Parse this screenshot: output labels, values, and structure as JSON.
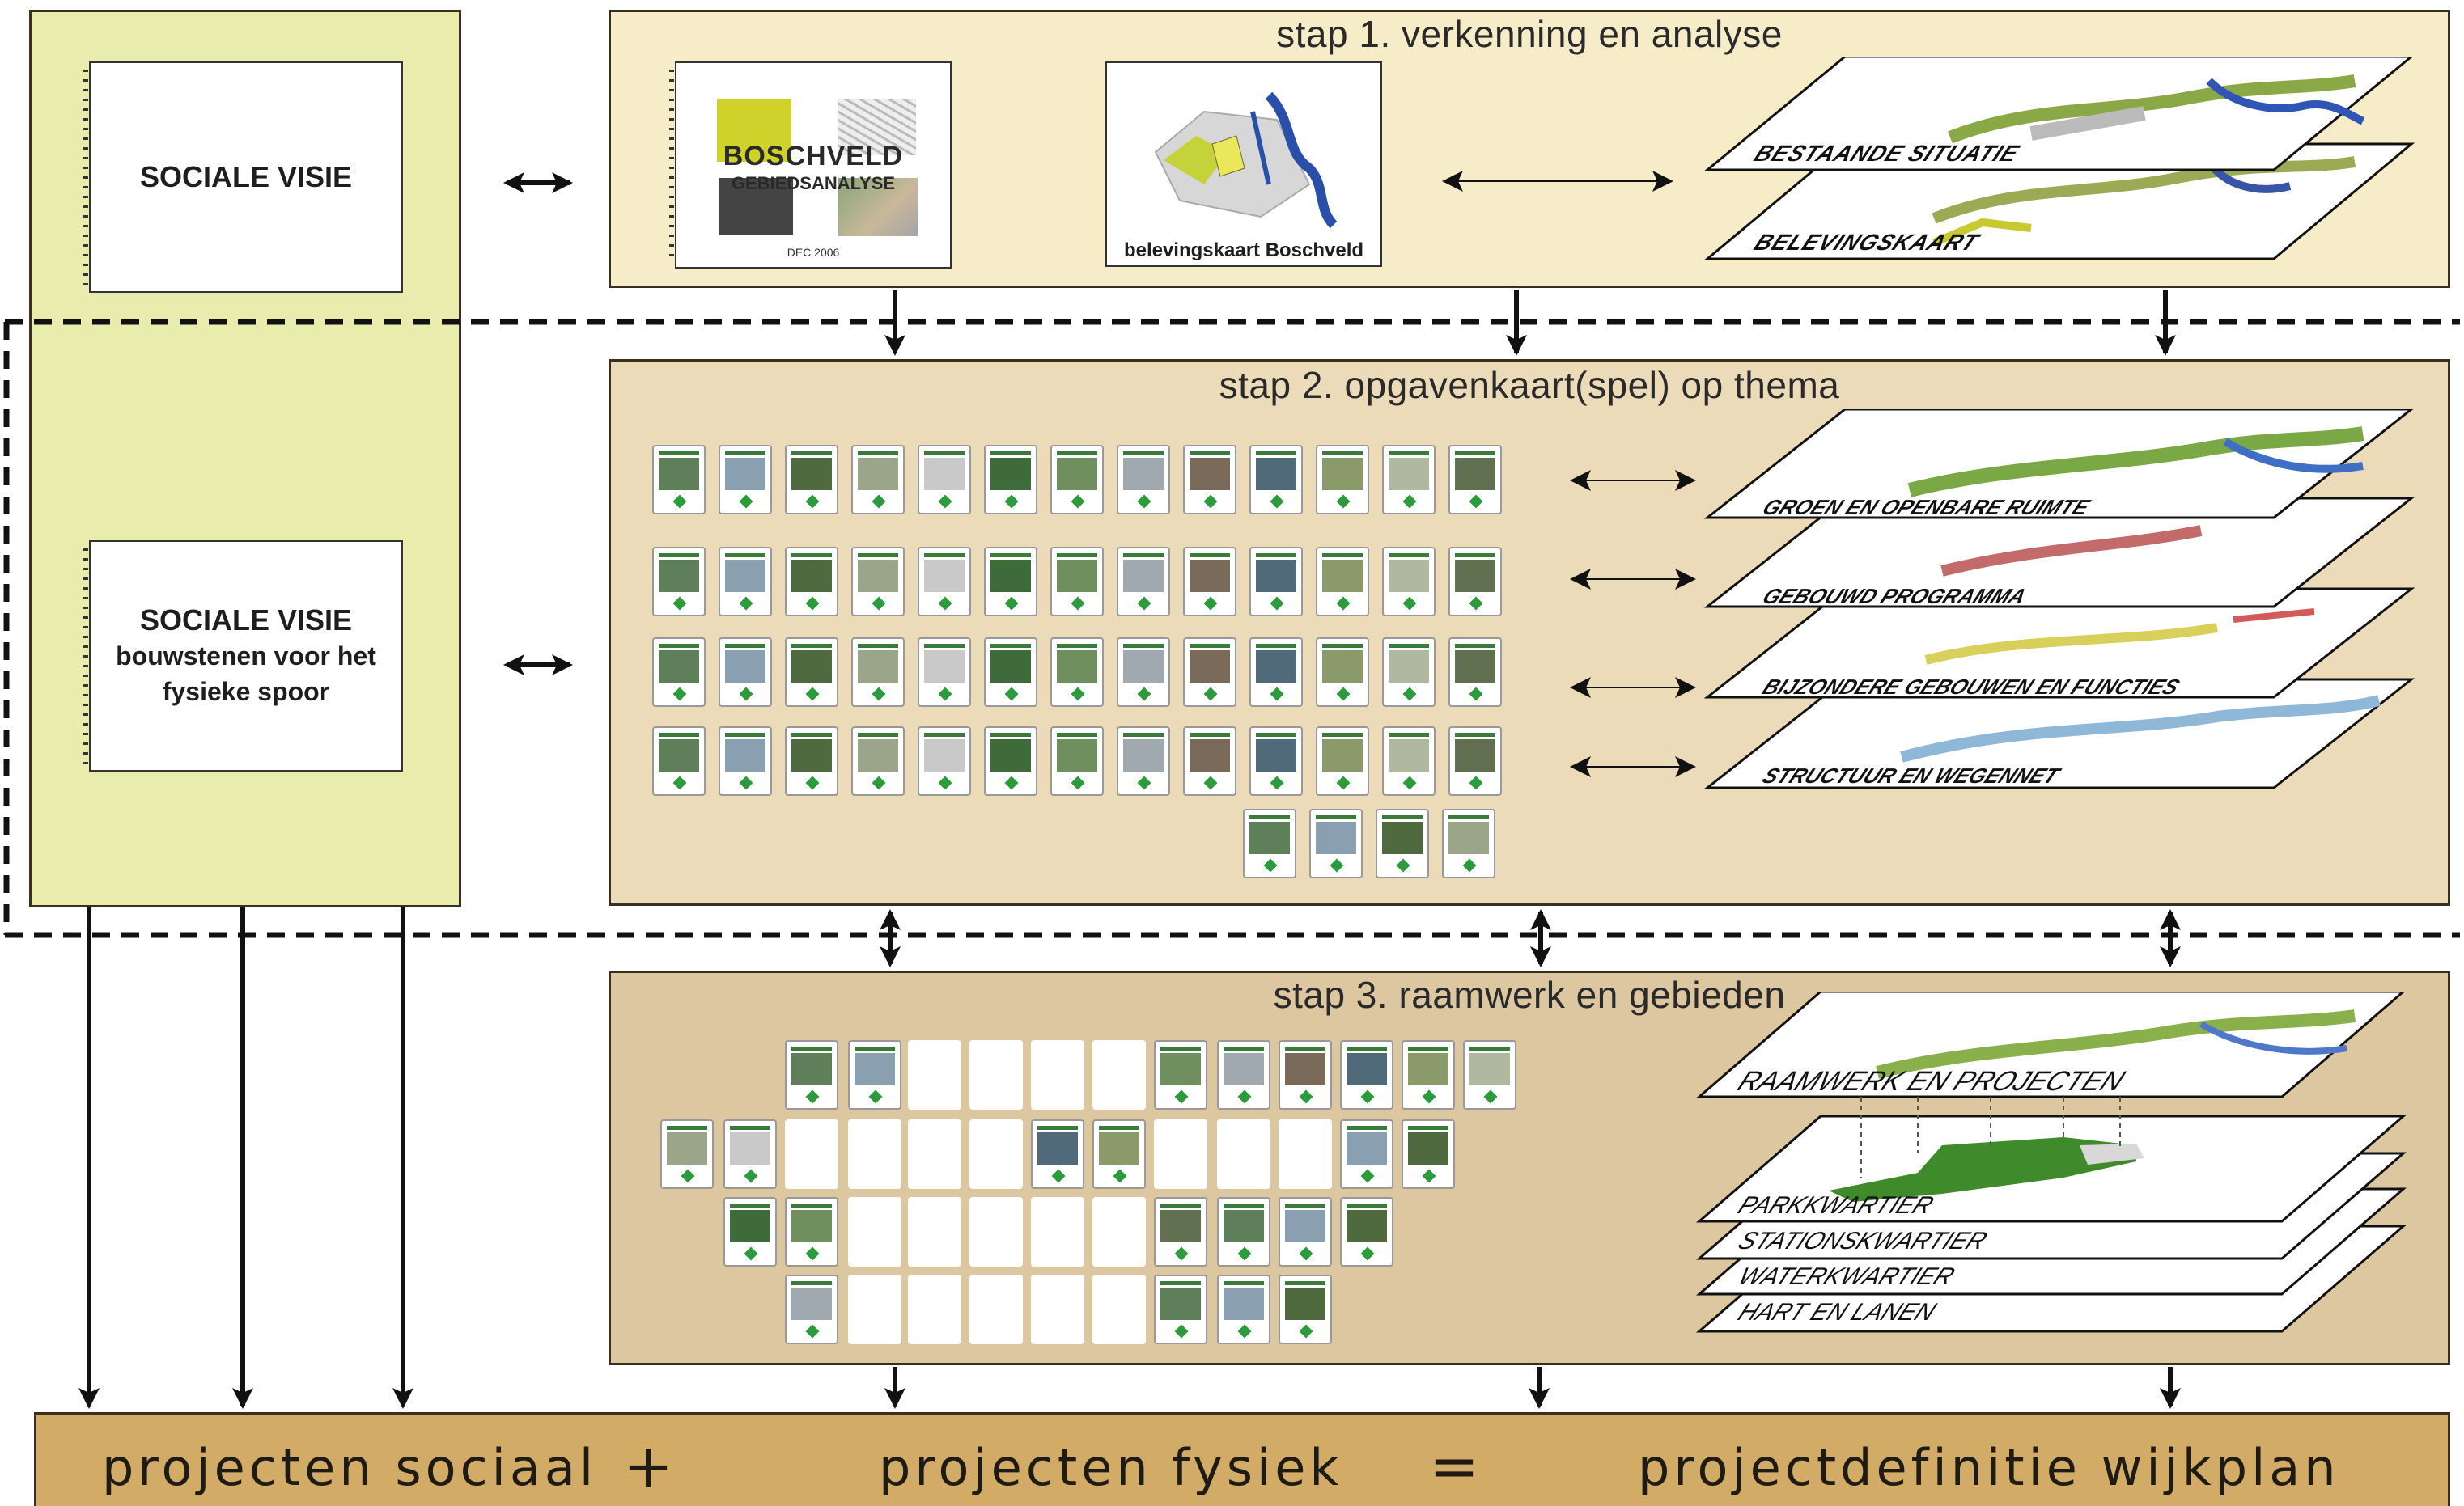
{
  "left_panel": {
    "visie_1": "SOCIALE VISIE",
    "visie_2_title": "SOCIALE VISIE",
    "visie_2_line1": "bouwstenen voor het",
    "visie_2_line2": "fysieke spoor"
  },
  "step1": {
    "title": "stap 1. verkenning en analyse",
    "report_title": "BOSCHVELD",
    "report_subtitle": "GEBIEDSANALYSE",
    "report_date": "DEC 2006",
    "map_caption": "belevingskaart Boschveld",
    "layers": [
      "BESTAANDE SITUATIE",
      "BELEVINGSKAART"
    ]
  },
  "step2": {
    "title": "stap 2. opgavenkaart(spel) op thema",
    "layers": [
      "GROEN EN OPENBARE RUIMTE",
      "GEBOUWD PROGRAMMA",
      "BIJZONDERE GEBOUWEN EN FUNCTIES",
      "STRUCTUUR EN WEGENNET"
    ]
  },
  "step3": {
    "title": "stap 3. raamwerk en gebieden",
    "layers": [
      "RAAMWERK EN PROJECTEN",
      "PARKKWARTIER",
      "STATIONSKWARTIER",
      "WATERKWARTIER",
      "HART EN LANEN"
    ]
  },
  "bottom": {
    "left": "projecten sociaal",
    "plus": "+",
    "middle": "projecten fysiek",
    "equals": "=",
    "right": "projectdefinitie wijkplan"
  },
  "colors": {
    "left_panel": "#e8ecac",
    "step1": "#f6ecc8",
    "step2": "#ecdbb8",
    "step3": "#dcc7a1",
    "bottom": "#d2ac66",
    "outline": "#3a3020"
  }
}
